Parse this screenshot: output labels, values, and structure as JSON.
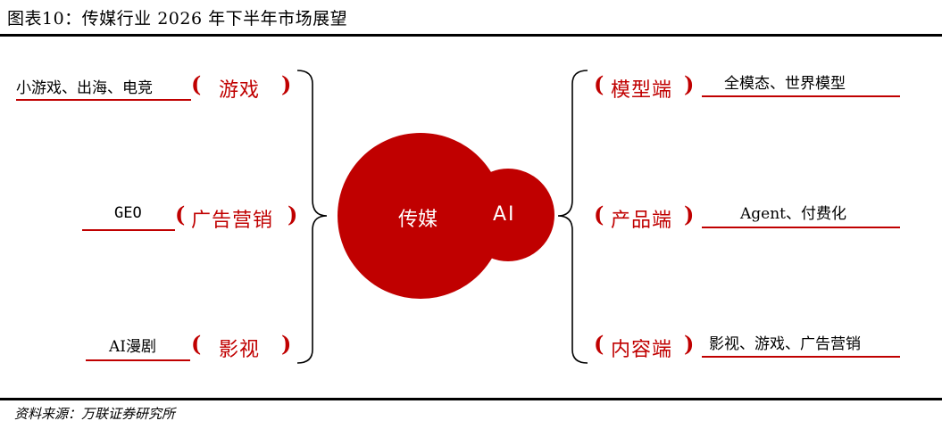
{
  "title": "图表10：传媒行业 2026 年下半年市场展望",
  "source": "资料来源：万联证券研究所",
  "center": {
    "main": "传媒",
    "sub": "AI"
  },
  "left": [
    {
      "category": "游戏",
      "detail": "小游戏、出海、电竞"
    },
    {
      "category": "广告营销",
      "detail": "GEO"
    },
    {
      "category": "影视",
      "detail": "AI漫剧"
    }
  ],
  "right": [
    {
      "category": "模型端",
      "detail": "全模态、世界模型"
    },
    {
      "category": "产品端",
      "detail": "Agent、付费化"
    },
    {
      "category": "内容端",
      "detail": "影视、游戏、广告营销"
    }
  ],
  "colors": {
    "accent": "#c00000",
    "text": "#000000",
    "background": "#ffffff"
  }
}
